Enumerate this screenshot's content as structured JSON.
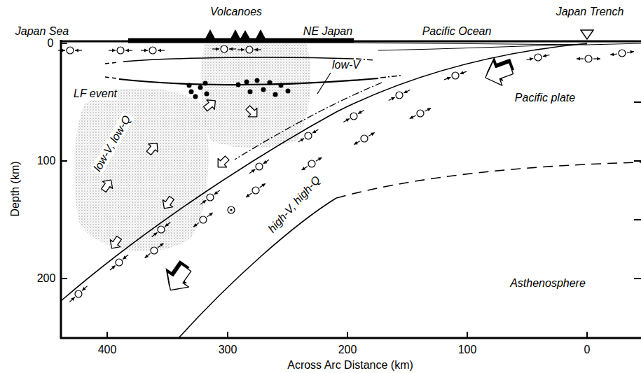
{
  "diagram": {
    "labels": [
      "Volcanoes",
      "Japan Trench",
      "Japan Sea",
      "NE Japan",
      "Pacific Ocean",
      "0",
      "100",
      "200",
      "Depth (km)",
      "LF event",
      "low-V",
      "Pacific plate",
      "low-V, low-Q",
      "high-V, high-Q",
      "Asthenosphere",
      "400",
      "300",
      "200",
      "100",
      "0",
      "Across Arc Distance (km)"
    ]
  }
}
